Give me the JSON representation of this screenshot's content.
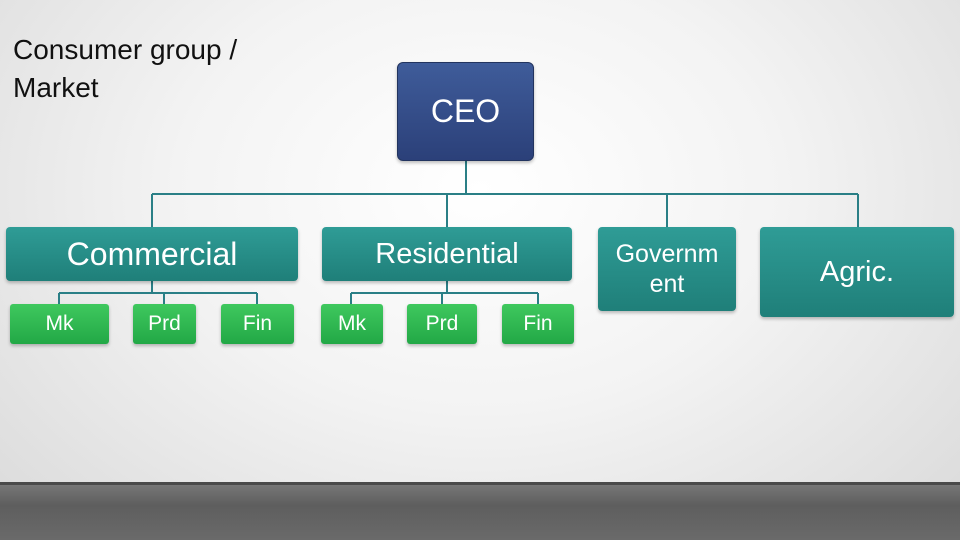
{
  "title": "Consumer group / Market",
  "ceo": {
    "label": "CEO"
  },
  "divisions": {
    "commercial": {
      "label": "Commercial",
      "units": [
        "Mk",
        "Prd",
        "Fin"
      ]
    },
    "residential": {
      "label": "Residential",
      "units": [
        "Mk",
        "Prd",
        "Fin"
      ]
    },
    "government": {
      "label": "Governm ent"
    },
    "agriculture": {
      "label": "Agric."
    }
  },
  "colors": {
    "ceo": "#33497f",
    "division": "#268a84",
    "unit": "#2db44f",
    "connector": "#2a7f86"
  }
}
